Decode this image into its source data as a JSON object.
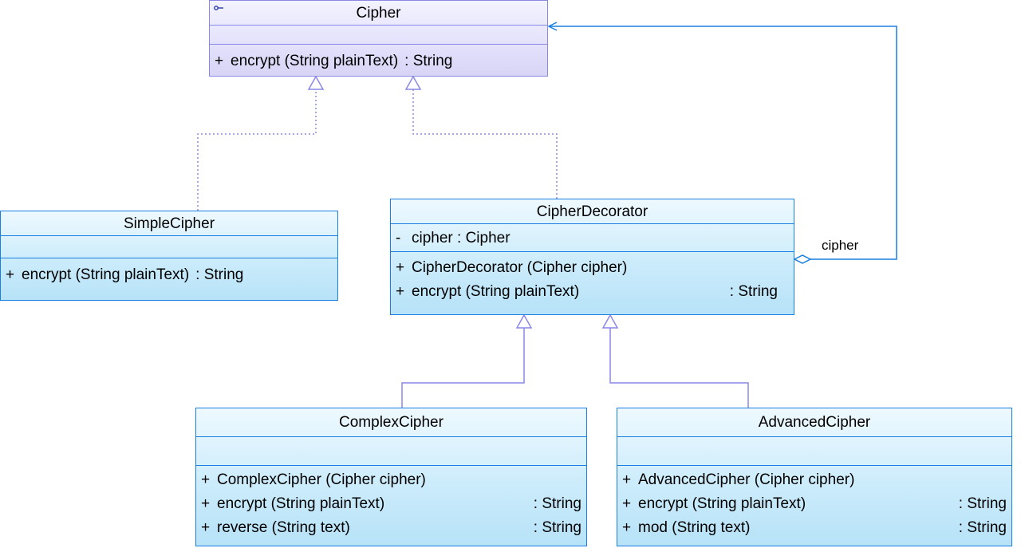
{
  "diagram": {
    "classes": {
      "cipher": {
        "name": "Cipher",
        "operations": [
          {
            "visibility": "+",
            "signature": "encrypt (String plainText)",
            "returns": ": String"
          }
        ]
      },
      "simple_cipher": {
        "name": "SimpleCipher",
        "operations": [
          {
            "visibility": "+",
            "signature": "encrypt (String plainText)",
            "returns": ": String"
          }
        ]
      },
      "cipher_decorator": {
        "name": "CipherDecorator",
        "attributes": [
          {
            "visibility": "-",
            "text": "cipher  : Cipher"
          }
        ],
        "operations": [
          {
            "visibility": "+",
            "signature": "CipherDecorator (Cipher cipher)",
            "returns": ""
          },
          {
            "visibility": "+",
            "signature": "encrypt (String plainText)",
            "returns": ": String"
          }
        ]
      },
      "complex_cipher": {
        "name": "ComplexCipher",
        "operations": [
          {
            "visibility": "+",
            "signature": "ComplexCipher (Cipher cipher)",
            "returns": ""
          },
          {
            "visibility": "+",
            "signature": "encrypt (String plainText)",
            "returns": ": String"
          },
          {
            "visibility": "+",
            "signature": "reverse (String text)",
            "returns": ": String"
          }
        ]
      },
      "advanced_cipher": {
        "name": "AdvancedCipher",
        "operations": [
          {
            "visibility": "+",
            "signature": "AdvancedCipher (Cipher cipher)",
            "returns": ""
          },
          {
            "visibility": "+",
            "signature": "encrypt (String plainText)",
            "returns": ": String"
          },
          {
            "visibility": "+",
            "signature": "mod (String text)",
            "returns": ": String"
          }
        ]
      }
    },
    "relationships": [
      {
        "type": "realization",
        "from": "SimpleCipher",
        "to": "Cipher"
      },
      {
        "type": "realization",
        "from": "CipherDecorator",
        "to": "Cipher"
      },
      {
        "type": "generalization",
        "from": "ComplexCipher",
        "to": "CipherDecorator"
      },
      {
        "type": "generalization",
        "from": "AdvancedCipher",
        "to": "CipherDecorator"
      },
      {
        "type": "aggregation",
        "from": "CipherDecorator",
        "to": "Cipher",
        "role": "cipher"
      }
    ],
    "colors": {
      "class_border": "#1a7fe0",
      "interface_border": "#8a88e6",
      "class_fill": "#ccecfb",
      "interface_fill": "#e3e1fb",
      "association_line": "#1a7fe0",
      "inheritance_line": "#8a88e6"
    }
  }
}
